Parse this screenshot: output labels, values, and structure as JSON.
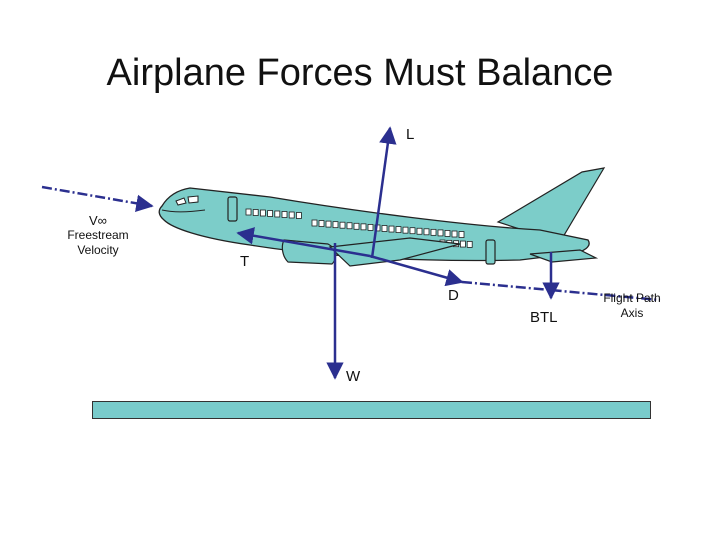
{
  "title": "Airplane Forces Must Balance",
  "labels": {
    "lift": "L",
    "thrust": "T",
    "drag": "D",
    "weight": "W",
    "btl": "BTL",
    "v_symbol": "V∞",
    "freestream_line1": "Freestream",
    "freestream_line2": "Velocity",
    "flight_path_line1": "Flight Path",
    "flight_path_line2": "Axis"
  },
  "colors": {
    "fuselage": "#7ccdc9",
    "vector": "#2b2f8f",
    "outline": "#222222",
    "ground": "#79cccc"
  }
}
